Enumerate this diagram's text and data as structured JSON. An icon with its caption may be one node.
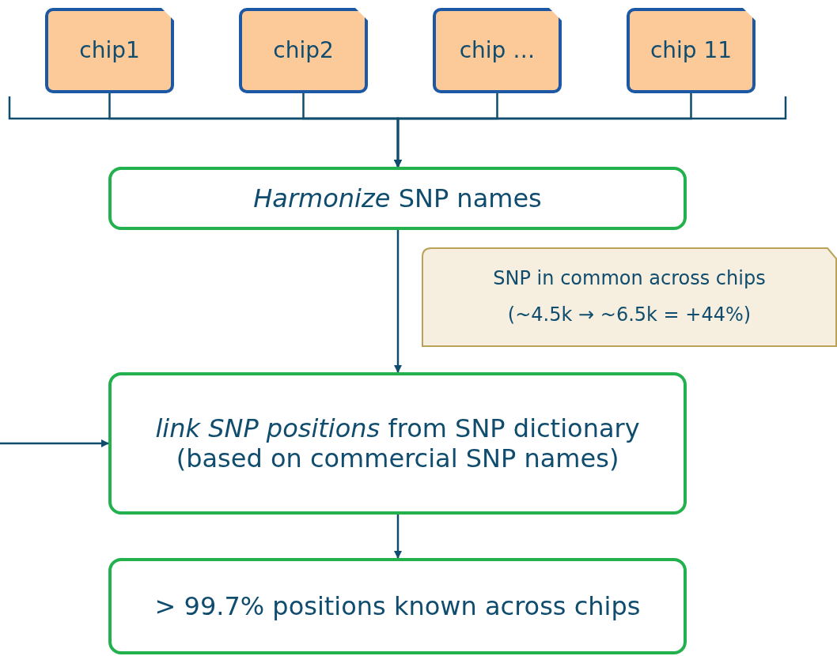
{
  "diagram": {
    "nodes": [
      {
        "text": [
          "chip1"
        ]
      },
      {
        "text": [
          "chip2"
        ]
      },
      {
        "text": [
          "chip …"
        ]
      },
      {
        "text": [
          "chip 11"
        ]
      },
      {
        "text": [
          "*Harmonize* SNP names"
        ]
      },
      {
        "text": [
          "SNP in common across chips",
          "(~4.5k → ~6.5k = +44%)"
        ]
      },
      {
        "text": [
          "*link SNP positions* from SNP dictionary (based on commercial SNP names)"
        ]
      },
      {
        "text": [
          "> 99.7% positions known across chips"
        ]
      }
    ],
    "edges": [
      {
        "from": 0,
        "to": 4,
        "arrow": "to"
      },
      {
        "from": 1,
        "to": 4,
        "arrow": "to"
      },
      {
        "from": 2,
        "to": 4,
        "arrow": "to"
      },
      {
        "from": 3,
        "to": 4,
        "arrow": "to"
      },
      {
        "from": 4,
        "to": 6,
        "arrow": "to"
      },
      {
        "from": null,
        "to": 6,
        "arrow": "to"
      },
      {
        "from": 6,
        "to": 7,
        "arrow": "to"
      }
    ]
  }
}
